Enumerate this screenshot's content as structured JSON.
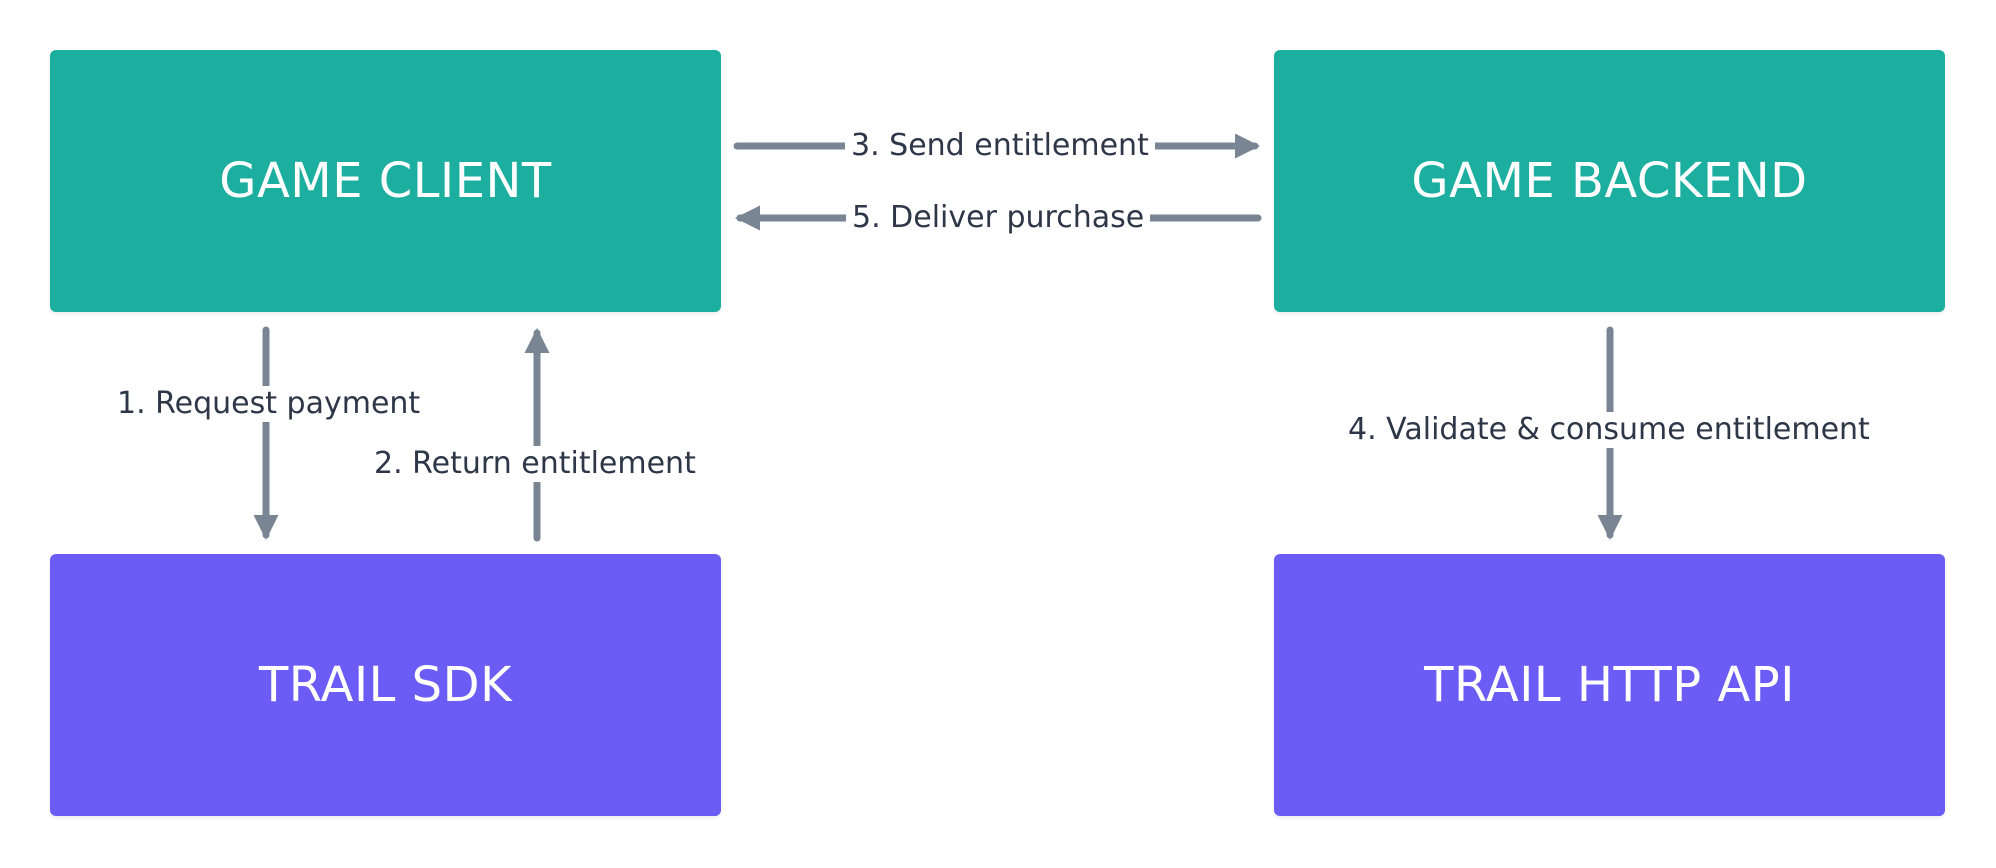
{
  "colors": {
    "client_tier": "#1cae9f",
    "trail_tier": "#6a5cf5",
    "arrow": "#7a8594",
    "label_text": "#2d3748"
  },
  "nodes": {
    "game_client": "GAME CLIENT",
    "game_backend": "GAME BACKEND",
    "trail_sdk": "TRAIL SDK",
    "trail_http_api": "TRAIL HTTP API"
  },
  "edges": {
    "request_payment": "1. Request payment",
    "return_entitlement": "2. Return entitlement",
    "send_entitlement": "3. Send entitlement",
    "validate_consume": "4. Validate & consume entitlement",
    "deliver_purchase": "5. Deliver purchase"
  }
}
